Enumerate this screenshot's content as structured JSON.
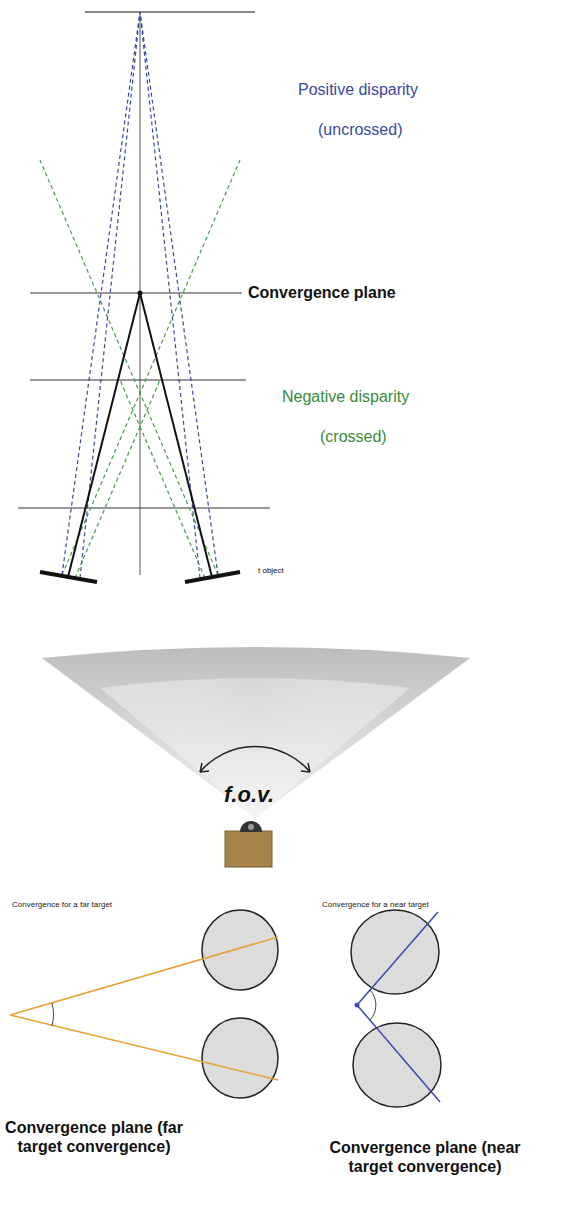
{
  "diagram": {
    "labels": [
      "Positive disparity",
      "(uncrossed)",
      "Convergence plane",
      "Negative disparity",
      "(crossed)",
      "t object",
      "f.o.v.",
      "Convergence for a far target",
      "Convergence for a near target",
      "Convergence plane (far target convergence)",
      "Convergence plane (near target convergence)"
    ]
  }
}
